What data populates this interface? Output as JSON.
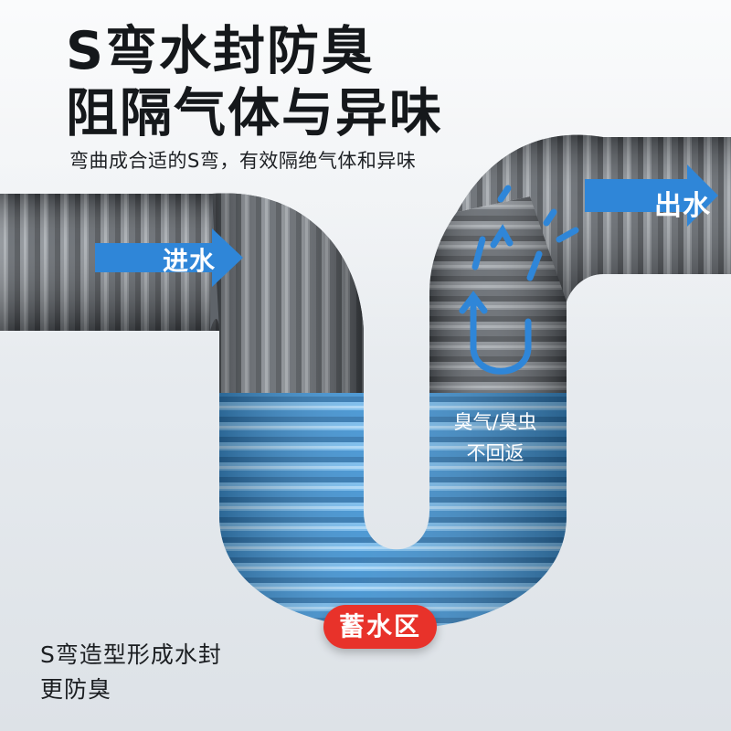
{
  "headline": {
    "line1": "S弯水封防臭",
    "line2": "阻隔气体与异味"
  },
  "subheadline": "弯曲成合适的S弯，有效隔绝气体和异味",
  "inlet_label": "进水",
  "outlet_label": "出水",
  "odor_note": {
    "line1": "臭气/臭虫",
    "line2": "不回返"
  },
  "badge_label": "蓄水区",
  "caption": {
    "line1": "S弯造型形成水封",
    "line2": "更防臭"
  },
  "colors": {
    "gray_pipe": "#5c6066",
    "blue_pipe": "#3b8fd0",
    "arrow_blue": "#2f86d8",
    "badge_red": "#e8322a"
  },
  "icons": [
    "inlet-arrow-icon",
    "outlet-arrow-icon",
    "blocked-odor-arrows-icon"
  ]
}
